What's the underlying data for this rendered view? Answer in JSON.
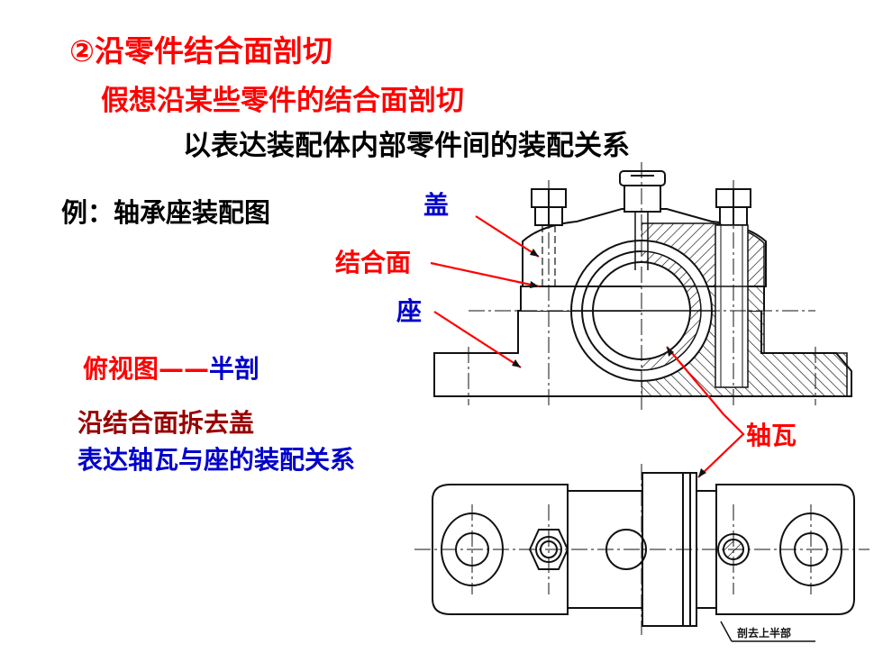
{
  "slide": {
    "title": "②沿零件结合面剖切",
    "subtitle1": "假想沿某些零件的结合面剖切",
    "subtitle2": "以表达装配体内部零件间的装配关系",
    "example": "例：轴承座装配图",
    "topview_label": "俯视图",
    "topview_dash": "——",
    "topview_type": "半剖",
    "desc1": "沿结合面拆去盖",
    "desc2": "表达轴瓦与座的装配关系"
  },
  "labels": {
    "cover": "盖",
    "joint_surface": "结合面",
    "base": "座",
    "bearing_bush": "轴瓦"
  },
  "drawing": {
    "stamp_text": "剖去上半部"
  },
  "colors": {
    "red": "#ff0000",
    "blue": "#0000cc",
    "dark_red": "#990000",
    "black": "#000000"
  }
}
